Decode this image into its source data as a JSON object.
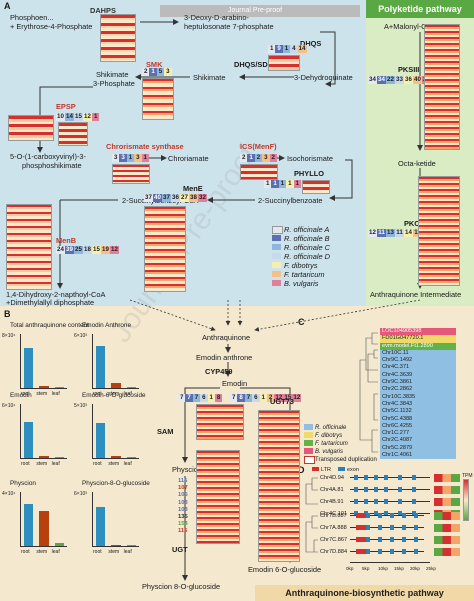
{
  "header": {
    "watermark_pre": "Journal Pre-proof",
    "watermark_diag": "Journal Pre-proof"
  },
  "panel_labels": {
    "a": "A",
    "b": "B",
    "c": "C",
    "d": "D"
  },
  "titles": {
    "polyketide": "Polyketide pathway",
    "anthraquinone": "Anthraquinone-biosynthetic pathway"
  },
  "metabolites": {
    "phosphoenol": "Phosphoen...",
    "erythrose": "+ Erythrose-4-Phosphate",
    "dahp": "3-Deoxy-D-arabino-",
    "dahp2": "heptulosonate 7-phosphate",
    "dehydroquinate": "3-Dehydroquinate",
    "shikimate": "Shikimate",
    "shikimate3p": "Shikimate",
    "shikimate3p2": "3-Phosphate",
    "epsp": "5-O-(1-carboxyvinyl)-3-",
    "epsp2": "phosphoshikimate",
    "chorismate": "Chroriamate",
    "isochorismate": "Isochorismate",
    "succinylbenzoate": "2-Succinylbenzoate",
    "succinylbenzoylcoa": "2-Succinylbenzoyl-CoA",
    "dhna": "1,4-Dihydroxy-2-napthoyl-CoA",
    "dmapp": "+Dimethylallyl diphosphate",
    "malonyl": "A+Malonyl-CoA",
    "octaketide": "Octa-ketide",
    "aq_intermediate": "Anthraquinone Intermediate",
    "anthraquinone": "Anthraquinone",
    "emodin_anthrone": "Emodin anthrone",
    "emodin": "Emodin",
    "physcion": "Physcion",
    "physcion_glc": "Physcion 8-O-glucoside",
    "emodin_glc": "Emodin 6-O-glucoside"
  },
  "enzymes": {
    "dahps": "DAHPS",
    "dhqs": "DHQS",
    "dhqs_sdh": "DHQS/SDH",
    "smk": "SMK",
    "epsp": "EPSP",
    "cs": "Chrorismate synthase",
    "ics": "ICS(MenF)",
    "phyllo": "PHYLLO",
    "mene": "MenE",
    "menb": "MenB",
    "pksiii": "PKSIII",
    "pkc": "PKC",
    "cyp450": "CYP450",
    "sam": "SAM",
    "ugt73": "UGT73",
    "ugt": "UGT"
  },
  "counts": {
    "dhqs": [
      "1",
      "9",
      "1",
      "4",
      "14"
    ],
    "smk": [
      "2",
      "1",
      "5",
      "3"
    ],
    "epsp": [
      "10",
      "14",
      "15",
      "12",
      "1"
    ],
    "cs": [
      "3",
      "3",
      "1",
      "3",
      "1"
    ],
    "ics": [
      "2",
      "1",
      "2",
      "3",
      "2"
    ],
    "phyllo": [
      "1",
      "1",
      "1",
      "1",
      "1"
    ],
    "mene": [
      "37",
      "40",
      "37",
      "36",
      "27",
      "38",
      "32"
    ],
    "menb": [
      "24",
      "39",
      "25",
      "18",
      "15",
      "19",
      "12"
    ],
    "pksiii": [
      "34",
      "34",
      "22",
      "33",
      "36",
      "40",
      "24"
    ],
    "pkc": [
      "12",
      "11",
      "13",
      "11",
      "14",
      "11",
      "10"
    ],
    "cyp1": [
      "7",
      "7",
      "7",
      "6",
      "1",
      "8"
    ],
    "cyp2": [
      "7",
      "8",
      "7",
      "6",
      "1",
      "2",
      "12",
      "15",
      "12"
    ],
    "sam": [
      "115",
      "107",
      "105",
      "103",
      "103",
      "135",
      "154",
      "115"
    ]
  },
  "legend_species": [
    {
      "name": "R. officinale A",
      "color": "#e4e8f0"
    },
    {
      "name": "R. officinale B",
      "color": "#5b6fb3"
    },
    {
      "name": "R. officinale C",
      "color": "#8db6dc"
    },
    {
      "name": "R. officinale D",
      "color": "#c8d9ec"
    },
    {
      "name": "F. dibotrys",
      "color": "#f7efb0"
    },
    {
      "name": "F. tartaricum",
      "color": "#f4c08a"
    },
    {
      "name": "B. vulgaris",
      "color": "#e07f9a"
    }
  ],
  "panel_b": {
    "charts": [
      {
        "title": "Total anthraquinone content",
        "categories": [
          "root",
          "stem",
          "leaf"
        ],
        "values": [
          6.0,
          0.25,
          0.1
        ],
        "ylim": [
          0,
          8
        ],
        "ymax_label": "8×10⁴",
        "colors": [
          "#2c8fc0",
          "#b7410e",
          "#5aa843"
        ]
      },
      {
        "title": "Emodin Anthrone",
        "categories": [
          "root",
          "stem",
          "leaf"
        ],
        "values": [
          4.7,
          0.6,
          0.15
        ],
        "ylim": [
          0,
          6
        ],
        "ymax_label": "6×10³",
        "colors": [
          "#2c8fc0",
          "#b7410e",
          "#5aa843"
        ]
      },
      {
        "title": "Emodin",
        "categories": [
          "root",
          "stem",
          "leaf"
        ],
        "values": [
          4.0,
          0.2,
          0.1
        ],
        "ylim": [
          0,
          6
        ],
        "ymax_label": "6×10⁴",
        "colors": [
          "#2c8fc0",
          "#b7410e",
          "#5aa843"
        ]
      },
      {
        "title": "Emodin-6-O-glucoside",
        "categories": [
          "root",
          "stem",
          "leaf"
        ],
        "values": [
          3.2,
          0.2,
          0.1
        ],
        "ylim": [
          0,
          5
        ],
        "ymax_label": "5×10³",
        "colors": [
          "#2c8fc0",
          "#b7410e",
          "#5aa843"
        ]
      },
      {
        "title": "Physcion",
        "categories": [
          "root",
          "stem",
          "leaf"
        ],
        "values": [
          3.1,
          2.6,
          0.2
        ],
        "ylim": [
          0,
          4
        ],
        "ymax_label": "4×10⁴",
        "colors": [
          "#2c8fc0",
          "#b7410e",
          "#5aa843"
        ]
      },
      {
        "title": "Physcion-8-O-glucoside",
        "categories": [
          "root",
          "stem",
          "leaf"
        ],
        "values": [
          4.3,
          0.1,
          0.05
        ],
        "ylim": [
          0,
          6
        ],
        "ymax_label": "6×10³",
        "colors": [
          "#2c8fc0",
          "#b7410e",
          "#5aa843"
        ]
      }
    ]
  },
  "panel_c": {
    "rows": [
      {
        "id": "LOC104905398",
        "color": "#e5587a"
      },
      {
        "id": "FD01G047720.1",
        "color": "#f0d96a"
      },
      {
        "id": "evm.model.Ft1.2890",
        "color": "#63b247"
      },
      {
        "id": "Chr10C.11",
        "color": "#8fc0e4"
      },
      {
        "id": "Chr9C.1492",
        "color": "#8fc0e4"
      },
      {
        "id": "Chr4C.371",
        "color": "#8fc0e4"
      },
      {
        "id": "Chr4C.3639",
        "color": "#8fc0e4"
      },
      {
        "id": "Chr9C.3861",
        "color": "#8fc0e4"
      },
      {
        "id": "Chr2C.2862",
        "color": "#8fc0e4"
      },
      {
        "id": "Chr10C.3835",
        "color": "#8fc0e4"
      },
      {
        "id": "Chr4C.3843",
        "color": "#8fc0e4"
      },
      {
        "id": "Chr5C.1132",
        "color": "#8fc0e4"
      },
      {
        "id": "Chr5C.4388",
        "color": "#8fc0e4"
      },
      {
        "id": "Chr6C.4255",
        "color": "#8fc0e4"
      },
      {
        "id": "Chr1C.277",
        "color": "#8fc0e4"
      },
      {
        "id": "Chr2C.4087",
        "color": "#8fc0e4"
      },
      {
        "id": "Chr5C.2879",
        "color": "#8fc0e4"
      },
      {
        "id": "Chr1C.4061",
        "color": "#8fc0e4"
      }
    ],
    "legend": [
      {
        "name": "R. officinale",
        "color": "#8fc0e4"
      },
      {
        "name": "F. dibotrys",
        "color": "#f0d96a"
      },
      {
        "name": "F. tartaricum",
        "color": "#63b247"
      },
      {
        "name": "B. vulgaris",
        "color": "#e5587a"
      },
      {
        "name": "Transposed duplication",
        "color": "#ffffff"
      }
    ]
  },
  "panel_d": {
    "legend": [
      "LTR",
      "exon"
    ],
    "genes_a": [
      "Chr4D.94",
      "Chr4A.81",
      "Chr4B.91",
      "Chr4C.101"
    ],
    "genes_b": [
      "Chr7B.887",
      "Chr7A.888",
      "Chr7C.867",
      "Chr7D.884"
    ],
    "scale": [
      "0kp",
      "5kp",
      "10kp",
      "15kp",
      "20kp",
      "25kp"
    ],
    "tpm_label": "TPM"
  },
  "colors": {
    "accent_red": "#c0392b",
    "bar_blue": "#2c8fc0",
    "bar_brown": "#b7410e",
    "bar_green": "#5aa843"
  }
}
